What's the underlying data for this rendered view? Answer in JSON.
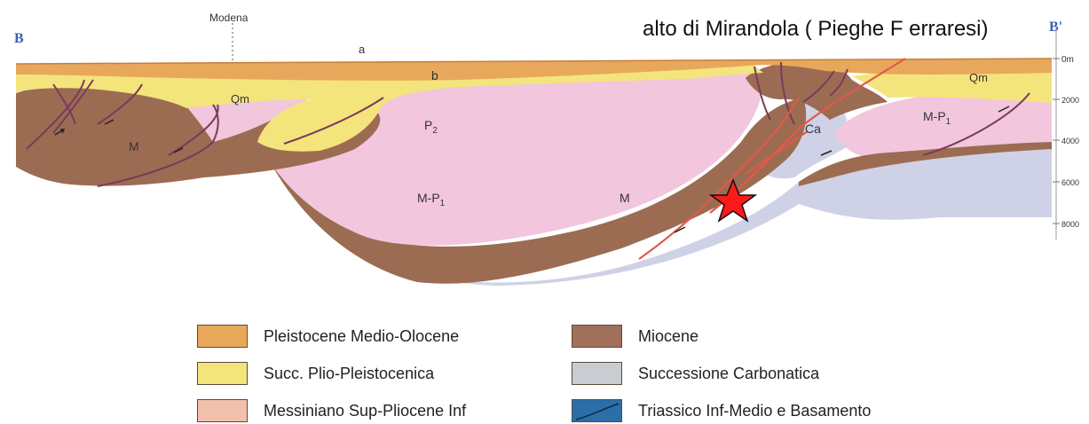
{
  "title": "alto di Mirandola ( Pieghe F erraresi)",
  "section_labels": {
    "left_end": "B",
    "right_end": "B'",
    "city": "Modena",
    "a": "a",
    "b": "b",
    "qm_left": "Qm",
    "qm_right": "Qm",
    "m_left": "M",
    "p2": "P2",
    "mp1_center": "M-P1",
    "m_center": "M",
    "ca": "Ca",
    "mp1_right": "M-P1"
  },
  "depth_scale": [
    "0m",
    "2000",
    "4000",
    "6000",
    "8000"
  ],
  "marker": "star",
  "colors": {
    "pleistocene": "#e8a85c",
    "plio_pleistocene": "#f4e47c",
    "messiniano": "#f2c6dc",
    "miocene": "#a0705a",
    "carbonatica": "#cfd2e6",
    "triassico": "#2a6fa8",
    "fault": "#e2584a",
    "thrust": "#7a3a5a",
    "star": "#ff1a1a"
  },
  "legend": [
    {
      "label": "Pleistocene Medio-Olocene",
      "swatch": "pleistocene"
    },
    {
      "label": "Succ. Plio-Pleistocenica",
      "swatch": "plio_pleistocene"
    },
    {
      "label": "Messiniano Sup-Pliocene Inf",
      "swatch": "messiniano_legend"
    },
    {
      "label": "Miocene",
      "swatch": "miocene"
    },
    {
      "label": "Successione Carbonatica",
      "swatch": "carbonatica_legend"
    },
    {
      "label": "Triassico Inf-Medio e Basamento",
      "swatch": "triassico"
    }
  ]
}
